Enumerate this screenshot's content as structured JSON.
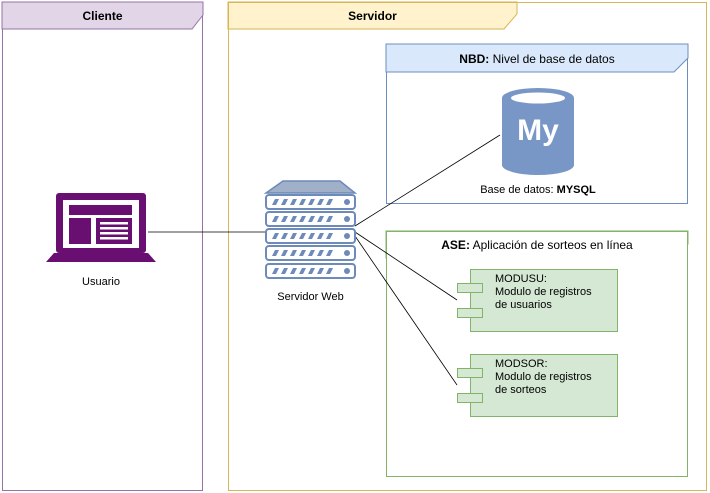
{
  "lanes": {
    "client": {
      "title": "Cliente"
    },
    "server": {
      "title": "Servidor"
    }
  },
  "nodes": {
    "user": {
      "label": "Usuario",
      "icon": "laptop-icon"
    },
    "web_server": {
      "label": "Servidor Web",
      "icon": "server-rack-icon"
    }
  },
  "nbd": {
    "title_bold": "NBD:",
    "title_rest": " Nivel de base de datos",
    "db_icon_text": "My",
    "db_label_prefix": "Base de datos: ",
    "db_label_bold": "MYSQL"
  },
  "ase": {
    "title_bold": "ASE:",
    "title_rest": " Aplicación de sorteos en línea",
    "components": [
      {
        "id": "MODUSU",
        "text": "MODUSU:\nModulo de registros\nde usuarios"
      },
      {
        "id": "MODSOR",
        "text": "MODSOR:\nModulo de registros\nde sorteos"
      }
    ]
  },
  "colors": {
    "client_fill": "#e1d5e7",
    "client_stroke": "#9673a6",
    "server_fill": "#fff2cc",
    "server_stroke": "#d6b656",
    "nbd_fill": "#dae8fc",
    "nbd_stroke": "#6c8ebf",
    "ase_fill": "#d5e8d4",
    "ase_stroke": "#82b366",
    "laptop": "#6a0f72",
    "db_icon": "#7896c6",
    "server_icon": "#6d8ab8"
  }
}
